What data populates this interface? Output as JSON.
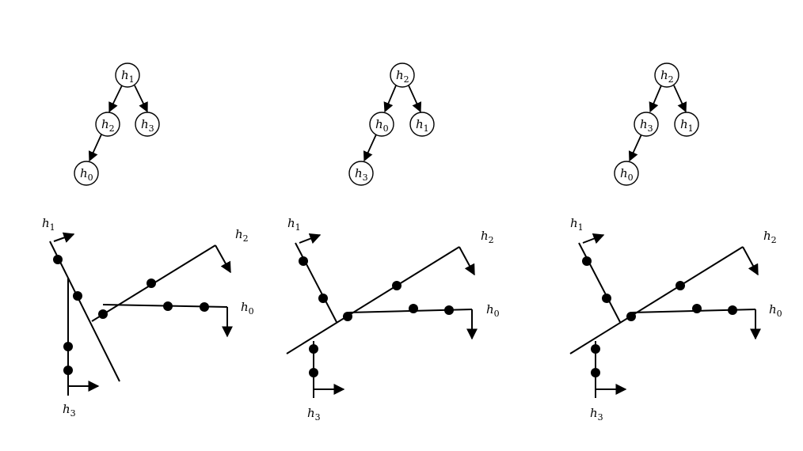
{
  "panels": [
    {
      "tree": {
        "root": {
          "base": "h",
          "sub": "1"
        },
        "left": {
          "base": "h",
          "sub": "2"
        },
        "right": {
          "base": "h",
          "sub": "3"
        },
        "leaf": {
          "base": "h",
          "sub": "0"
        }
      },
      "lines": [
        {
          "base": "h",
          "sub": "1"
        },
        {
          "base": "h",
          "sub": "2"
        },
        {
          "base": "h",
          "sub": "0"
        },
        {
          "base": "h",
          "sub": "3"
        }
      ]
    },
    {
      "tree": {
        "root": {
          "base": "h",
          "sub": "2"
        },
        "left": {
          "base": "h",
          "sub": "0"
        },
        "right": {
          "base": "h",
          "sub": "1"
        },
        "leaf": {
          "base": "h",
          "sub": "3"
        }
      },
      "lines": [
        {
          "base": "h",
          "sub": "1"
        },
        {
          "base": "h",
          "sub": "2"
        },
        {
          "base": "h",
          "sub": "0"
        },
        {
          "base": "h",
          "sub": "3"
        }
      ]
    },
    {
      "tree": {
        "root": {
          "base": "h",
          "sub": "2"
        },
        "left": {
          "base": "h",
          "sub": "3"
        },
        "right": {
          "base": "h",
          "sub": "1"
        },
        "leaf": {
          "base": "h",
          "sub": "0"
        }
      },
      "lines": [
        {
          "base": "h",
          "sub": "1"
        },
        {
          "base": "h",
          "sub": "2"
        },
        {
          "base": "h",
          "sub": "0"
        },
        {
          "base": "h",
          "sub": "3"
        }
      ]
    }
  ]
}
